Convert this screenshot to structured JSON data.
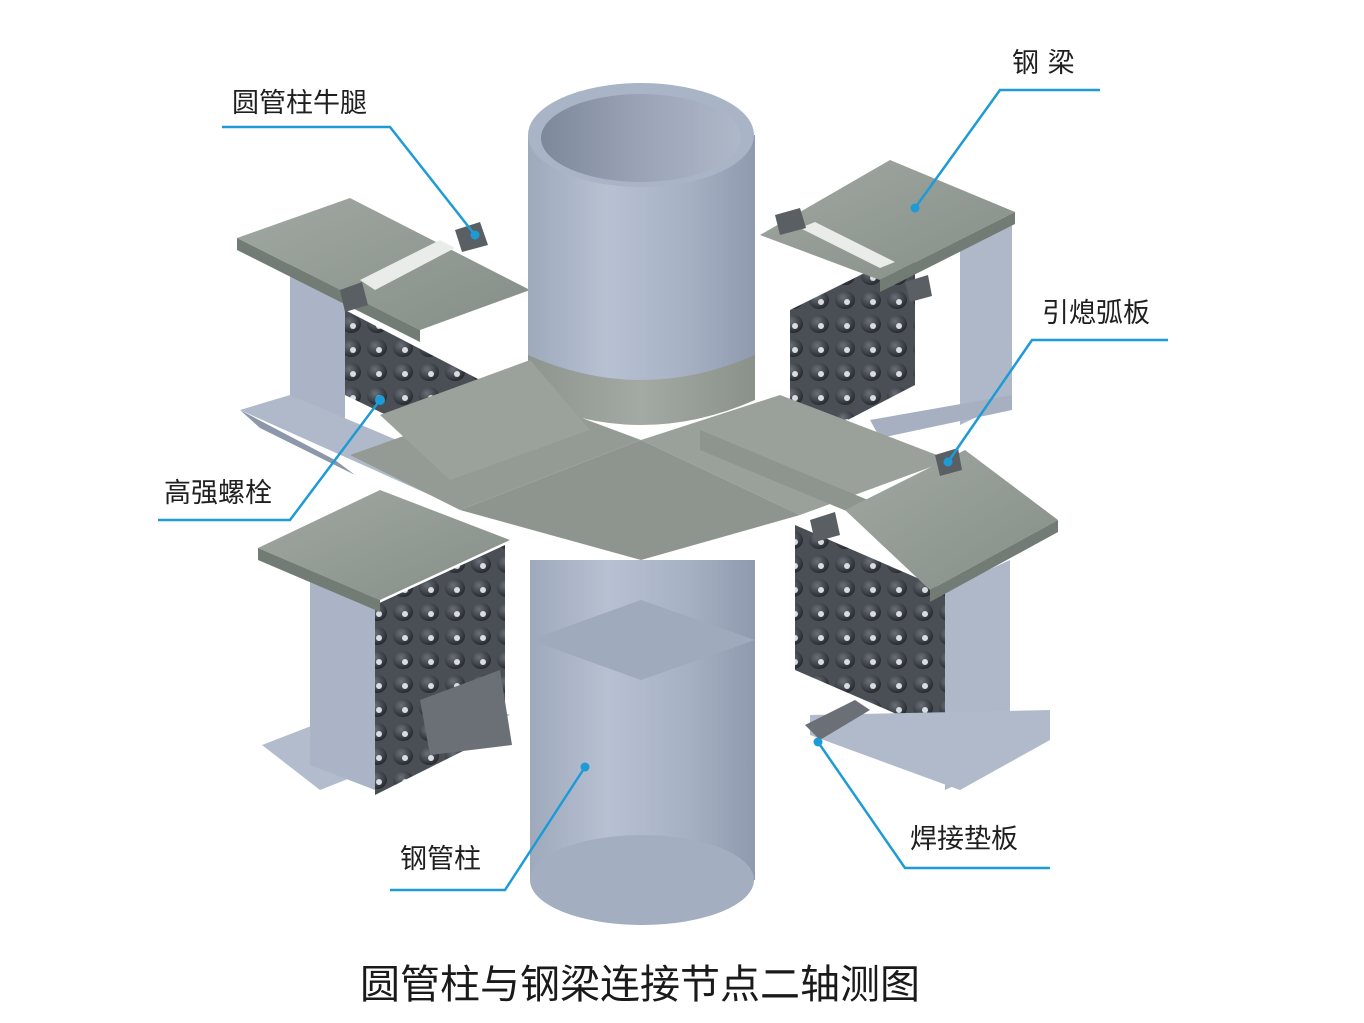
{
  "labels": {
    "bracket": "圆管柱牛腿",
    "steel_beam": "钢 梁",
    "arc_plate": "引熄弧板",
    "hs_bolt": "高强螺栓",
    "steel_column": "钢管柱",
    "backing_plate": "焊接垫板"
  },
  "caption": "圆管柱与钢梁连接节点二轴测图",
  "colors": {
    "leader": "#1e9bd7",
    "column": "#a4b0c3",
    "flange": "#959c96",
    "web": "#b6bfcf",
    "bolt": "#2f3338"
  }
}
